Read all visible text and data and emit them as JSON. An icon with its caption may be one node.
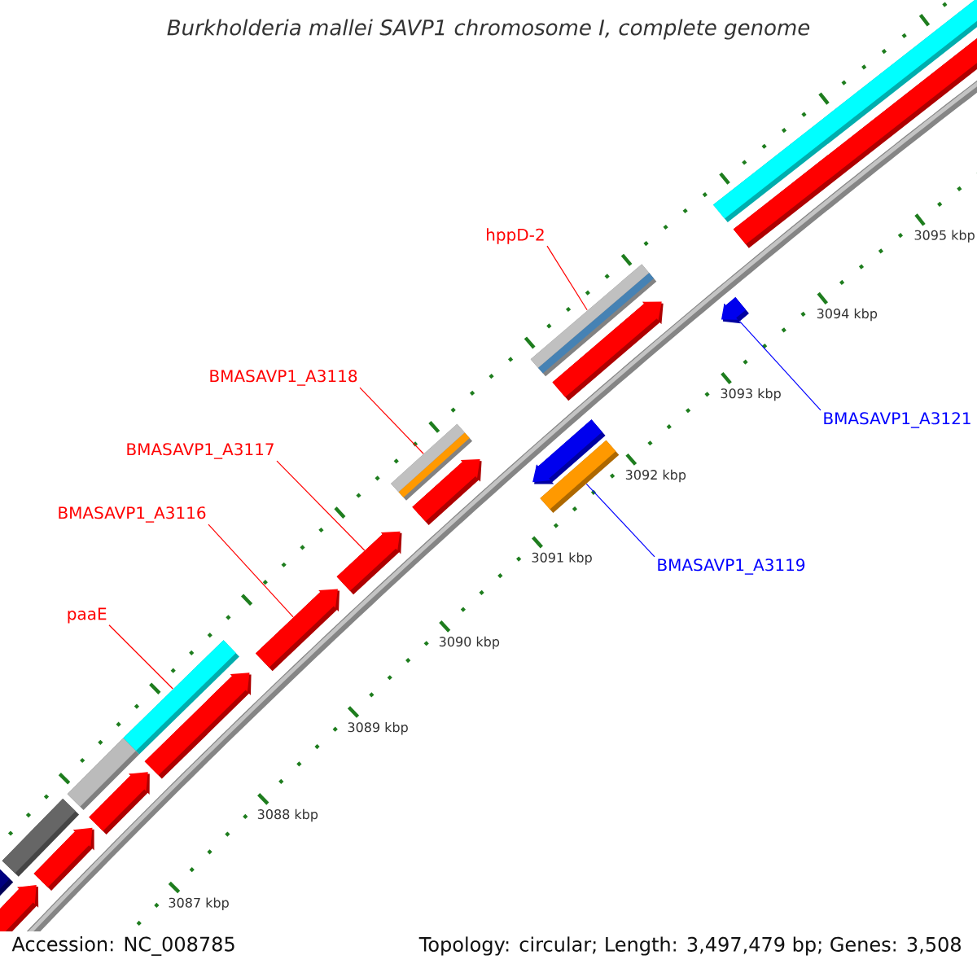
{
  "diagram": {
    "title": "Burkholderia mallei SAVP1 chromosome I, complete genome",
    "nodes": [
      {
        "text": [
          "hppD-2"
        ]
      },
      {
        "text": [],
        "shape": "bar"
      },
      {
        "text": [
          "BMASAVP1_A3121"
        ]
      },
      {
        "text": [],
        "shape": "arrow"
      },
      {
        "text": [
          "BMASAVP1_A3118"
        ]
      },
      {
        "text": [],
        "shape": "bar"
      },
      {
        "text": [
          "BMASAVP1_A3117"
        ]
      },
      {
        "text": [],
        "shape": "arrow"
      },
      {
        "text": [
          "BMASAVP1_A3116"
        ]
      },
      {
        "text": [],
        "shape": "arrow"
      },
      {
        "text": [
          "BMASAVP1_A3119"
        ]
      },
      {
        "text": [],
        "shape": "bar"
      },
      {
        "text": [
          "paaE"
        ]
      },
      {
        "text": [],
        "shape": "bar"
      },
      {
        "text": [],
        "shape": "bar"
      },
      {
        "text": [],
        "shape": "arrow"
      },
      {
        "text": [],
        "shape": "arrow"
      },
      {
        "text": [],
        "shape": "arrow"
      },
      {
        "text": [],
        "shape": "arrow"
      },
      {
        "text": [],
        "shape": "arrow"
      },
      {
        "text": [],
        "shape": "bar"
      },
      {
        "text": [],
        "shape": "arrow"
      },
      {
        "text": [],
        "shape": "bar"
      },
      {
        "text": [],
        "shape": "arrow"
      },
      {
        "text": [],
        "shape": "bar"
      },
      {
        "text": [],
        "shape": "arrow"
      }
    ],
    "edges": [
      {
        "from": 0,
        "to": 1,
        "arrow": "none"
      },
      {
        "from": 2,
        "to": 3,
        "arrow": "none",
        "color": "#0000ff"
      },
      {
        "from": 4,
        "to": 5,
        "arrow": "none"
      },
      {
        "from": 6,
        "to": 7,
        "arrow": "none"
      },
      {
        "from": 8,
        "to": 9,
        "arrow": "none"
      },
      {
        "from": 10,
        "to": 11,
        "arrow": "none",
        "color": "#0000ff"
      },
      {
        "from": 12,
        "to": 13,
        "arrow": "none"
      }
    ],
    "labels": [
      "3095 kbp",
      "3094 kbp",
      "3093 kbp",
      "3092 kbp",
      "3091 kbp",
      "3090 kbp",
      "3089 kbp",
      "3088 kbp",
      "3087 kbp",
      "Accession: NC_008785",
      "Topology: circular; Length: 3,497,479 bp; Genes: 3,508"
    ]
  }
}
